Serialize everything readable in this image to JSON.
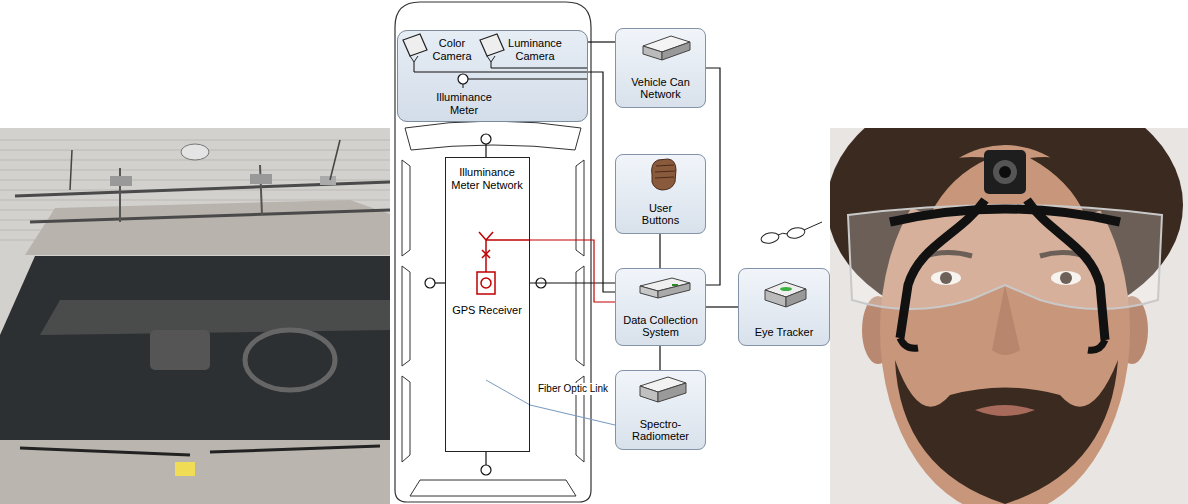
{
  "diagram": {
    "nodes": [
      {
        "text": [
          "Color Camera",
          "Luminance Camera",
          "Illuminance Meter"
        ]
      },
      {
        "text": [
          "Illuminance Meter Network",
          "GPS Receiver"
        ]
      },
      {
        "text": [
          "Vehicle Can Network"
        ]
      },
      {
        "text": [
          "User Buttons"
        ]
      },
      {
        "text": [
          "Data Collection System"
        ]
      },
      {
        "text": [
          "Eye Tracker"
        ]
      },
      {
        "text": [
          "Spectro-Radiometer"
        ]
      }
    ],
    "edges": [
      {
        "from": 0,
        "to": 2,
        "arrow": "none"
      },
      {
        "from": 0,
        "to": 4,
        "arrow": "none"
      },
      {
        "from": 1,
        "to": 4,
        "arrow": "none"
      },
      {
        "from": 1,
        "to": 4,
        "arrow": "none"
      },
      {
        "from": 2,
        "to": 4,
        "arrow": "none"
      },
      {
        "from": 3,
        "to": 4,
        "arrow": "none"
      },
      {
        "from": 4,
        "to": 5,
        "arrow": "none"
      },
      {
        "from": 4,
        "to": 6,
        "arrow": "none"
      },
      {
        "from": 1,
        "to": 6,
        "label": "Fiber Optic Link",
        "arrow": "none"
      }
    ]
  }
}
